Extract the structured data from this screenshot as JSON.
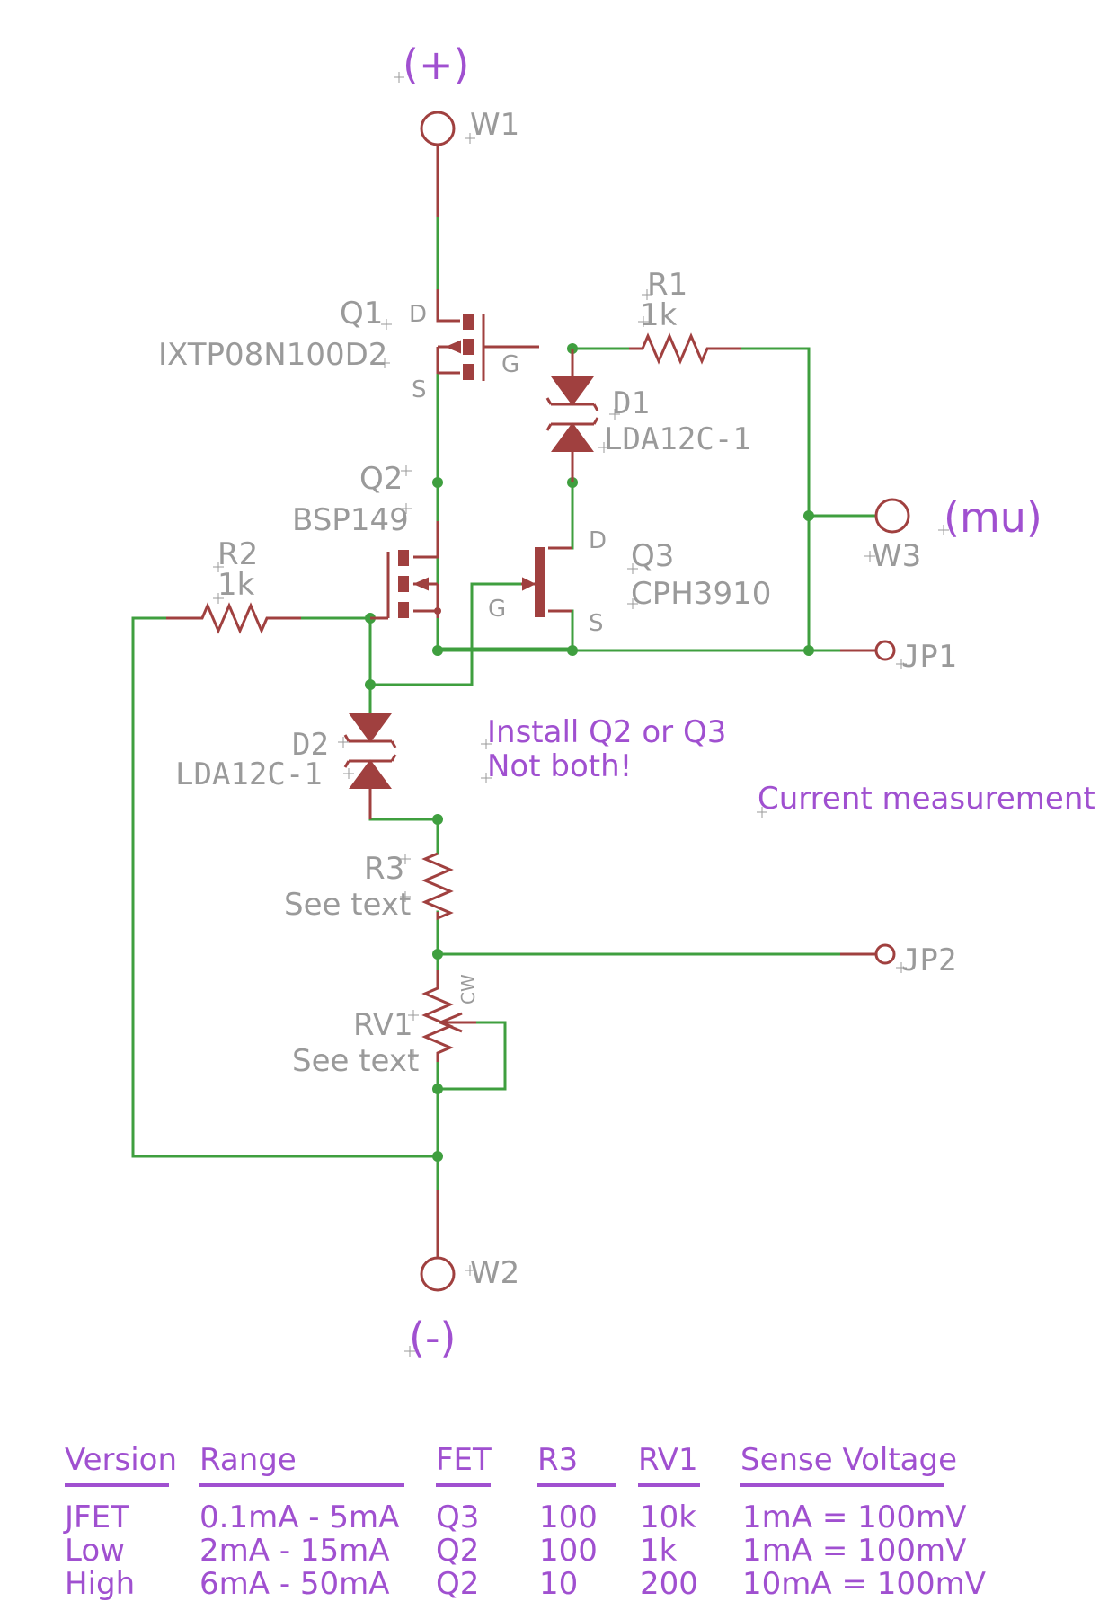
{
  "nets": {
    "positive": "(+)",
    "negative": "(-)",
    "measure": "(mu)"
  },
  "parts": {
    "w1": "W1",
    "w2": "W2",
    "w3": "W3",
    "jp1": "JP1",
    "jp2": "JP2",
    "q1_name": "Q1",
    "q1_value": "IXTP08N100D2",
    "q1_d": "D",
    "q1_g": "G",
    "q1_s": "S",
    "q2_name": "Q2",
    "q2_value": "BSP149",
    "q3_name": "Q3",
    "q3_value": "CPH3910",
    "q3_d": "D",
    "q3_g": "G",
    "q3_s": "S",
    "r1_name": "R1",
    "r1_value": "1k",
    "r2_name": "R2",
    "r2_value": "1k",
    "r3_name": "R3",
    "r3_value": "See text",
    "rv1_name": "RV1",
    "rv1_value": "See text",
    "rv1_cw": "CW",
    "d1_name": "D1",
    "d1_value": "LDA12C-1",
    "d2_name": "D2",
    "d2_value": "LDA12C-1"
  },
  "notes": {
    "install_line1": "Install Q2 or Q3",
    "install_line2": "Not both!",
    "current": "Current measurement"
  },
  "table": {
    "headers": {
      "version": "Version",
      "range": "Range",
      "fet": "FET",
      "r3": "R3",
      "rv1": "RV1",
      "sense": "Sense Voltage"
    },
    "rows": [
      {
        "version": "JFET",
        "range": "0.1mA - 5mA",
        "fet": "Q3",
        "r3": "100",
        "rv1": "10k",
        "sense": "1mA = 100mV"
      },
      {
        "version": "Low",
        "range": "2mA - 15mA",
        "fet": "Q2",
        "r3": "100",
        "rv1": "1k",
        "sense": "1mA = 100mV"
      },
      {
        "version": "High",
        "range": "6mA - 50mA",
        "fet": "Q2",
        "r3": "10",
        "rv1": "200",
        "sense": "10mA = 100mV"
      }
    ]
  }
}
